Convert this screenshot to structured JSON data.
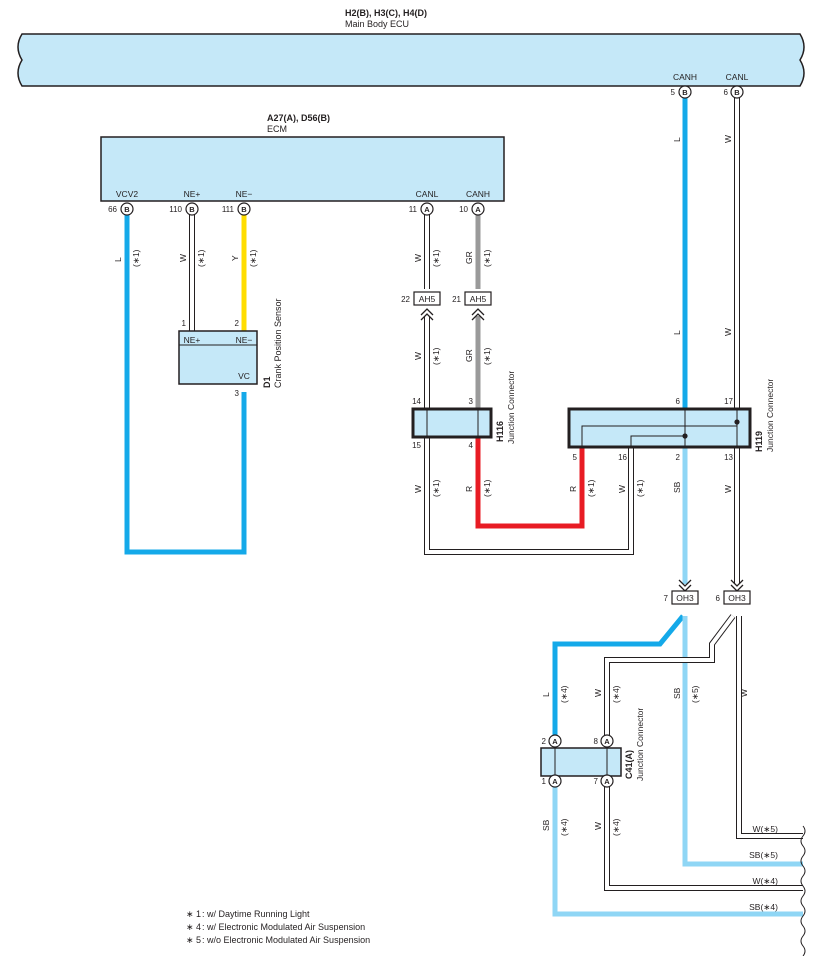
{
  "colors": {
    "body_fill": "#c5e8f8",
    "wire_L": "#14a9e9",
    "wire_SB": "#8fd6f5",
    "wire_Y": "#ffdd00",
    "wire_GR": "#9a9a9a",
    "wire_R": "#e81c24",
    "wire_W": "#ffffff",
    "stroke": "#231f20"
  },
  "main_body_ecu": {
    "connector": "H2(B), H3(C), H4(D)",
    "name": "Main Body ECU"
  },
  "ecm": {
    "connector": "A27(A), D56(B)",
    "name": "ECM",
    "pins": [
      {
        "label": "VCV2",
        "num": "66",
        "conn": "B"
      },
      {
        "label": "NE+",
        "num": "110",
        "conn": "B"
      },
      {
        "label": "NE−",
        "num": "111",
        "conn": "B"
      },
      {
        "label": "CANL",
        "num": "11",
        "conn": "A"
      },
      {
        "label": "CANH",
        "num": "10",
        "conn": "A"
      }
    ]
  },
  "main_pins": [
    {
      "label": "CANH",
      "num": "5",
      "conn": "B"
    },
    {
      "label": "CANL",
      "num": "6",
      "conn": "B"
    }
  ],
  "d1": {
    "id": "D1",
    "name": "Crank Position Sensor",
    "pin_ne_plus": "NE+",
    "pin_ne_minus": "NE−",
    "pin_vc": "VC",
    "n1": "1",
    "n2": "2",
    "n3": "3"
  },
  "h116": {
    "id": "H116",
    "name": "Junction Connector",
    "n14": "14",
    "n3": "3",
    "n15": "15",
    "n4": "4"
  },
  "h119": {
    "id": "H119",
    "name": "Junction Connector",
    "n6": "6",
    "n17": "17",
    "n5": "5",
    "n16": "16",
    "n2": "2",
    "n13": "13"
  },
  "c41": {
    "id": "C41(A)",
    "name": "Junction Connector",
    "conn": "A",
    "n2": "2",
    "n8": "8",
    "n1": "1",
    "n7": "7"
  },
  "ah5": {
    "label": "AH5",
    "n22": "22",
    "n21": "21"
  },
  "oh3": {
    "label": "OH3",
    "n7": "7",
    "n6": "6"
  },
  "wire_labels": {
    "L": "L",
    "W": "W",
    "Y": "Y",
    "GR": "GR",
    "R": "R",
    "SB": "SB",
    "s1": "(∗1)",
    "s4": "(∗4)",
    "s5": "(∗5)"
  },
  "outputs": [
    "W(∗5)",
    "SB(∗5)",
    "W(∗4)",
    "SB(∗4)"
  ],
  "footnotes": [
    {
      "sym": "∗ 1",
      "text": ": w/ Daytime Running Light"
    },
    {
      "sym": "∗ 4",
      "text": ": w/ Electronic Modulated Air Suspension"
    },
    {
      "sym": "∗ 5",
      "text": ": w/o Electronic Modulated Air Suspension"
    }
  ]
}
